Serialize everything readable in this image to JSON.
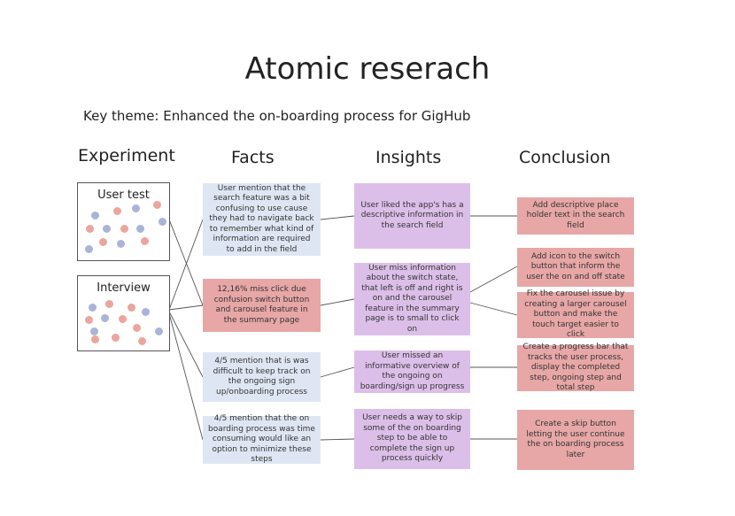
{
  "title": "Atomic reserach",
  "theme": "Key theme: Enhanced the on-boarding process for GigHub",
  "columns": {
    "experiment": "Experiment",
    "facts": "Facts",
    "insights": "Insights",
    "conclusion": "Conclusion"
  },
  "experiments": {
    "user_test": "User test",
    "interview": "Interview"
  },
  "facts": [
    "User mention that the search feature was a bit confusing to use cause they had to navigate back to remember what kind of information are required to add in the field",
    "12,16% miss click due confusion switch button and carousel feature in the summary page",
    "4/5 mention that is was difficult to keep track on the ongoing sign up/onboarding process",
    "4/5 mention that the on boarding process was time consuming would like an option to minimize these steps"
  ],
  "insights": [
    "User liked the app's has a descriptive information in the search field",
    "User miss information about the switch state, that left is off and right is on and the carousel feature in the summary page is to small to click on",
    "User missed an informative overview of the ongoing on boarding/sign up progress",
    "User needs a way to skip some of the on boarding step to be able to complete the sign up process quickly"
  ],
  "conclusions": [
    "Add descriptive place holder text in the search field",
    "Add icon to the switch button that inform the user the on and off state",
    "Fix the carousel issue by creating a larger carousel button and make the touch target easier to click",
    "Create a progress bar that tracks the user process, display the completed step, ongoing step and total step",
    "Create a skip button letting the user continue the on boarding process later"
  ],
  "colors": {
    "fact": "#dfe6f3",
    "fact_highlight": "#e7a7a6",
    "insight": "#dcbfe8",
    "conclusion": "#e7a7a6",
    "dot_blue": "#a9b4d6",
    "dot_red": "#eba59c"
  }
}
